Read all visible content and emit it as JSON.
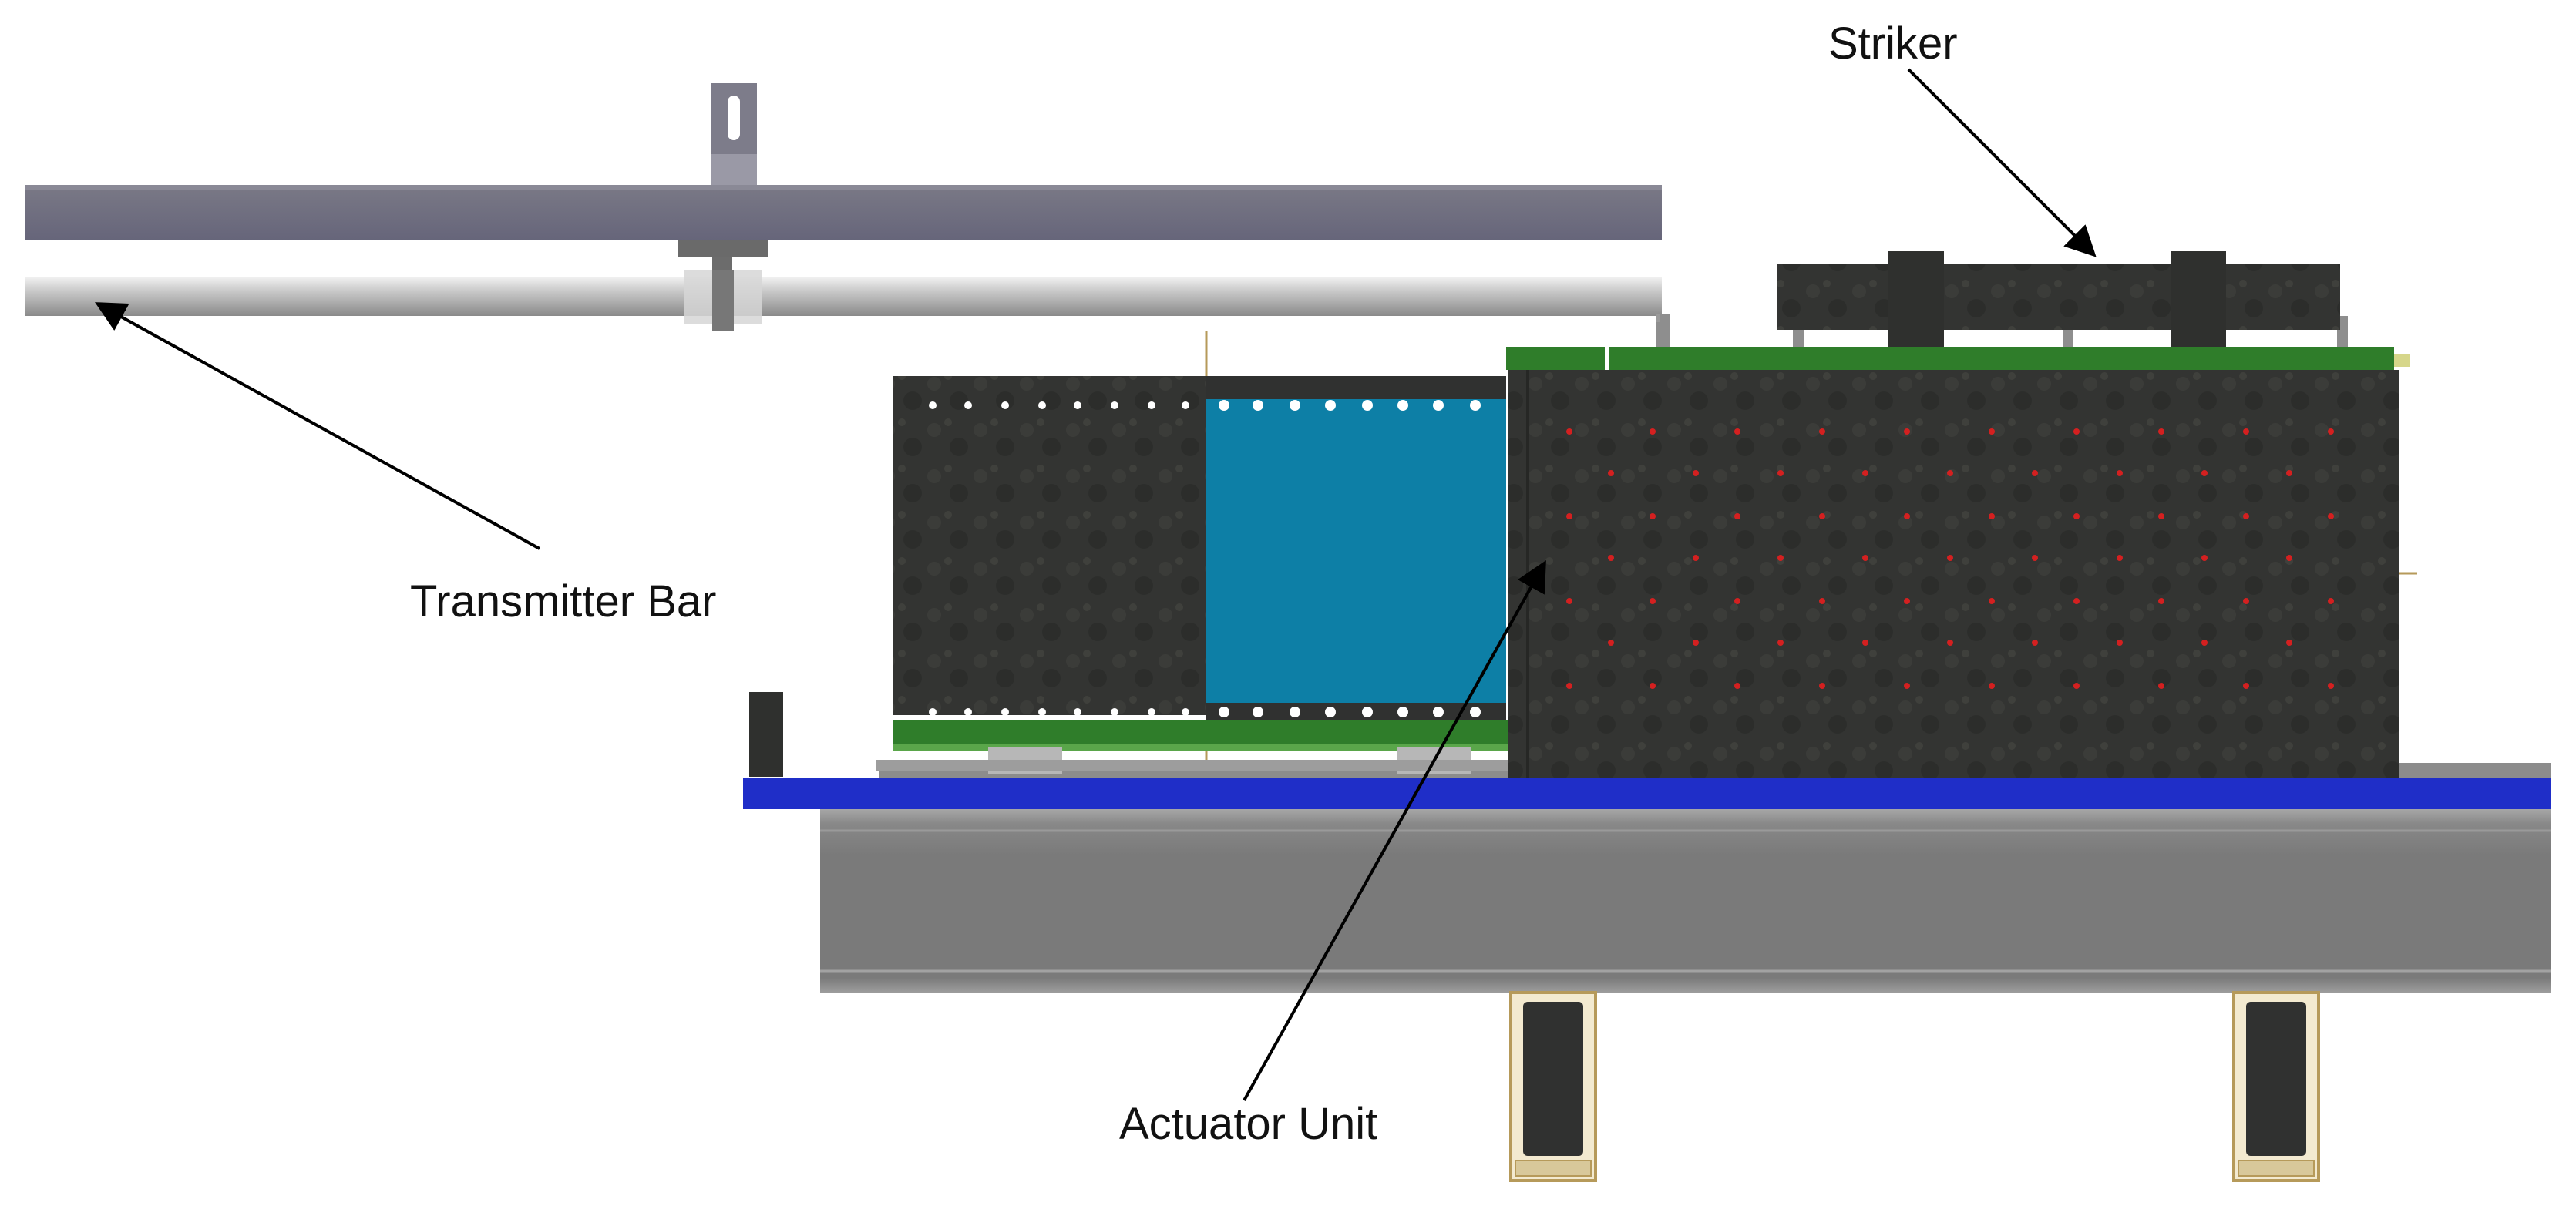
{
  "labels": {
    "striker": "Striker",
    "transmitter_bar": "Transmitter Bar",
    "actuator_unit": "Actuator Unit"
  },
  "colors": {
    "background": "#ffffff",
    "panel_dark": "#2f302e",
    "panel_texture": "#3a3b38",
    "blue_panel": "#0d7fa6",
    "blue_plate": "#1f2ec8",
    "green_strip": "#2f7d2a",
    "gray_beam": "#6f6e7a",
    "light_bar": "#c4c4c4",
    "base_steel": "#7c7c7c",
    "red_dot": "#d42020",
    "gold_trim": "#b69a5a",
    "arrow": "#000000"
  },
  "icons": {
    "arrow_striker": "arrow-icon",
    "arrow_transmitter": "arrow-icon",
    "arrow_actuator": "arrow-icon"
  }
}
